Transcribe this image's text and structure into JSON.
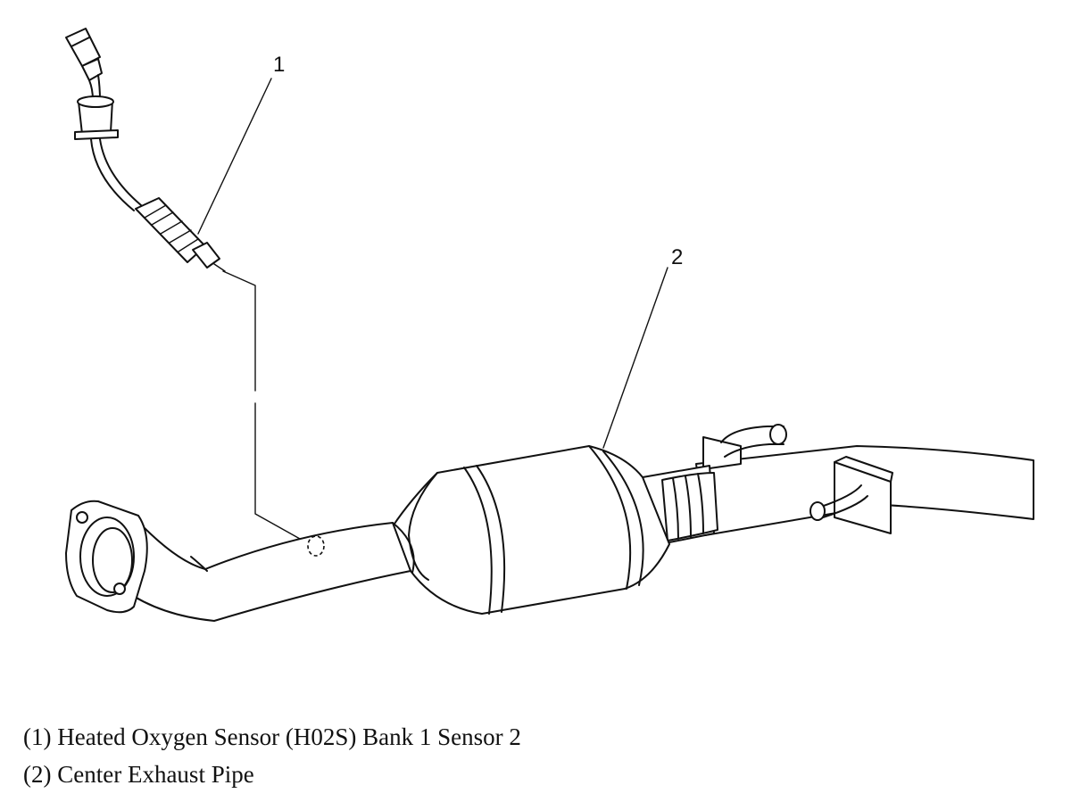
{
  "callouts": {
    "sensor_number": "1",
    "pipe_number": "2"
  },
  "legend": [
    {
      "marker": "(1)",
      "text": "Heated Oxygen Sensor (H02S) Bank 1 Sensor 2"
    },
    {
      "marker": "(2)",
      "text": "Center Exhaust Pipe"
    }
  ]
}
